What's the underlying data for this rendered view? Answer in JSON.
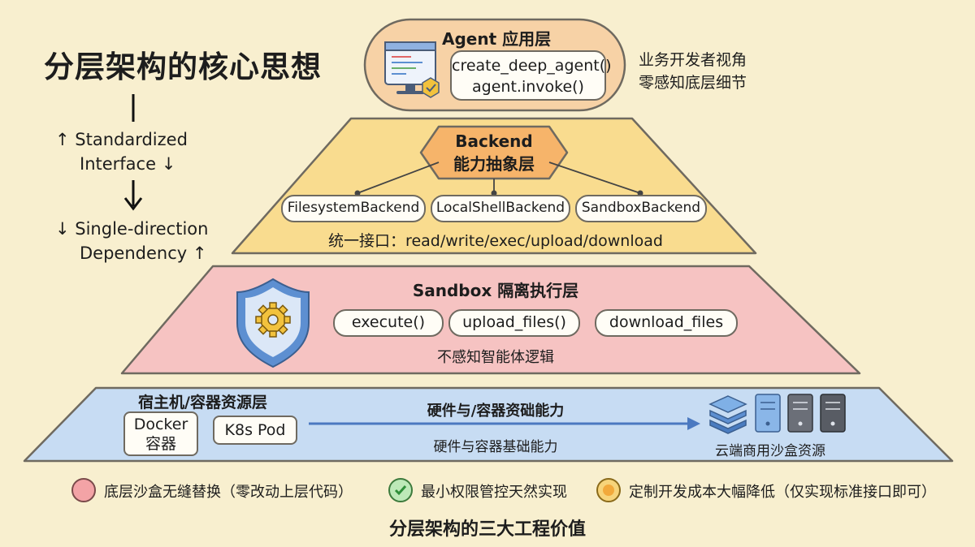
{
  "main_title": "分层架构的核心思想",
  "side_labels": {
    "interface_line1": "↑ Standardized",
    "interface_line2": "Interface ↓",
    "dependency_line1": "↓ Single-direction",
    "dependency_line2": "Dependency ↑"
  },
  "agent_layer": {
    "title": "Agent 应用层",
    "code_line1": "create_deep_agent()",
    "code_line2": "agent.invoke()",
    "note_line1": "业务开发者视角",
    "note_line2": "零感知底层细节"
  },
  "backend_layer": {
    "title_line1": "Backend",
    "title_line2": "能力抽象层",
    "items": [
      "FilesystemBackend",
      "LocalShellBackend",
      "SandboxBackend"
    ],
    "interface_text": "统一接口：read/write/exec/upload/download"
  },
  "sandbox_layer": {
    "title": "Sandbox 隔离执行层",
    "items": [
      "execute()",
      "upload_files()",
      "download_files"
    ],
    "note": "不感知智能体逻辑"
  },
  "host_layer": {
    "title": "宿主机/容器资源层",
    "docker_line1": "Docker",
    "docker_line2": "容器",
    "k8s": "K8s Pod",
    "arrow_top": "硬件与/容器资础能力",
    "arrow_bottom": "硬件与容器基础能力",
    "cloud_label": "云端商用沙盒资源"
  },
  "legend": {
    "items": [
      {
        "text": "底层沙盒无缝替换（零改动上层代码）",
        "color": "#e8767b"
      },
      {
        "text": "最小权限管控天然实现",
        "color": "#5cc26a"
      },
      {
        "text": "定制开发成本大幅降低（仅实现标准接口即可）",
        "color": "#f2b93b"
      }
    ],
    "footer": "分层架构的三大工程价值"
  },
  "colors": {
    "background": "#f8efcf",
    "agent_fill": "#f7d2a6",
    "backend_fill": "#f9dc8f",
    "sandbox_fill": "#f6c3c2",
    "host_fill": "#c7dcf3",
    "shield_blue": "#5d8fd1",
    "gear_yellow": "#f2c23d"
  }
}
